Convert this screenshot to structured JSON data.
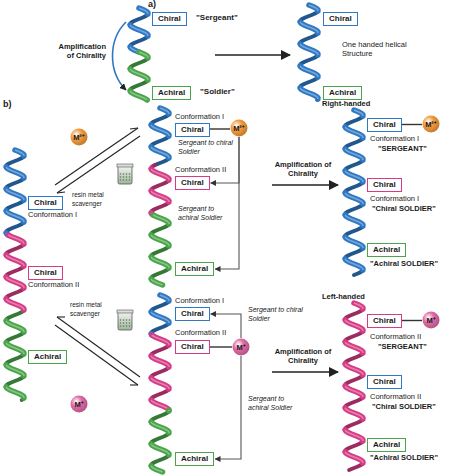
{
  "diagram": {
    "nodes": [
      {
        "text": [
          "Chiral"
        ]
      },
      {
        "text": [
          "Achiral"
        ]
      },
      {
        "text": [
          "Chiral"
        ]
      },
      {
        "text": [
          "Achiral"
        ]
      },
      {
        "text": [
          "Chiral"
        ]
      },
      {
        "text": [
          "Chiral"
        ]
      },
      {
        "text": [
          "Achiral"
        ]
      },
      {
        "text": [
          "M²⁺"
        ]
      },
      {
        "text": [
          "M⁺"
        ]
      },
      {
        "text": [
          "Chiral"
        ]
      },
      {
        "text": [
          "M²⁺"
        ]
      },
      {
        "text": [
          "Chiral"
        ]
      },
      {
        "text": [
          "Achiral"
        ]
      },
      {
        "text": [
          "Chiral"
        ]
      },
      {
        "text": [
          "M²⁺"
        ]
      },
      {
        "text": [
          "Chiral"
        ]
      },
      {
        "text": [
          "Achiral"
        ]
      },
      {
        "text": [
          "Chiral"
        ]
      },
      {
        "text": [
          "Chiral"
        ]
      },
      {
        "text": [
          "M⁺"
        ]
      },
      {
        "text": [
          "Achiral"
        ]
      },
      {
        "text": [
          "Chiral"
        ]
      },
      {
        "text": [
          "M⁺"
        ]
      },
      {
        "text": [
          "Chiral"
        ]
      },
      {
        "text": [
          "Achiral"
        ]
      }
    ],
    "edges": [
      {
        "from": 9,
        "to": 10,
        "arrow": "none"
      },
      {
        "from": 10,
        "to": 11,
        "arrow": "to",
        "label": "Sergeant to chiral Soldier"
      },
      {
        "from": 10,
        "to": 12,
        "arrow": "to",
        "label": "Sergeant to achiral Soldier"
      },
      {
        "from": 13,
        "to": 14,
        "arrow": "none"
      },
      {
        "from": 18,
        "to": 19,
        "arrow": "none"
      },
      {
        "from": 19,
        "to": 17,
        "arrow": "to",
        "label": "Sergeant to chiral Soldier"
      },
      {
        "from": 19,
        "to": 20,
        "arrow": "to",
        "label": "Sergeant to achiral Soldier"
      },
      {
        "from": 21,
        "to": 22,
        "arrow": "none"
      }
    ],
    "labels": [
      "a)",
      "\"Sergeant\"",
      "Amplification of Chirality",
      "\"Soldier\"",
      "One handed helical Structure",
      "b)",
      "Conformation I",
      "Conformation II",
      "resin metal scavenger",
      "resin metal scavenger",
      "Conformation I",
      "Conformation II",
      "Amplification of Chirality",
      "Right-handed",
      "Conformation I",
      "\"SERGEANT\"",
      "Conformation I",
      "\"Chiral SOLDIER\"",
      "\"Achiral SOLDIER\"",
      "Conformation I",
      "Conformation II",
      "Amplification of Chirality",
      "Left-handed",
      "Conformation II",
      "\"SERGEANT\"",
      "Conformation II",
      "\"Chiral SOLDIER\"",
      "\"Achiral SOLDIER\""
    ]
  }
}
